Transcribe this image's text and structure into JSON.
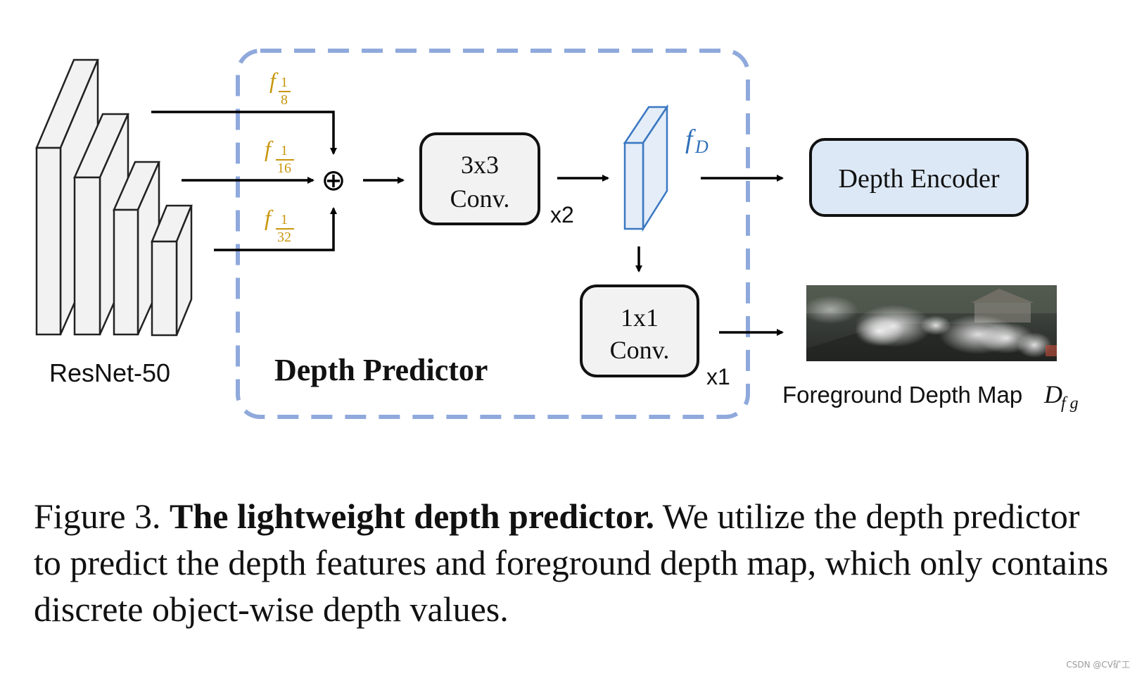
{
  "figure": {
    "backbone_label": "ResNet-50",
    "module_label": "Depth Predictor",
    "feature_labels": [
      {
        "f": "f",
        "num": "1",
        "den": "8"
      },
      {
        "f": "f",
        "num": "1",
        "den": "16"
      },
      {
        "f": "f",
        "num": "1",
        "den": "32"
      }
    ],
    "sum_symbol": "⊕",
    "conv3_line1": "3x3",
    "conv3_line2": "Conv.",
    "conv3_repeat": "x2",
    "fd_main": "f",
    "fd_sub": "D",
    "conv1_line1": "1x1",
    "conv1_line2": "Conv.",
    "conv1_repeat": "x1",
    "encoder_label": "Depth Encoder",
    "map_label": "Foreground Depth Map",
    "map_symbol_main": "D",
    "map_symbol_sub": "f g",
    "colors": {
      "dashed_border": "#8fa9dc",
      "feature_label": "#c8960c",
      "fd_label": "#2f6fb8",
      "encoder_fill": "#dde8f6",
      "feature_map_fill": "#e4edf8",
      "feature_map_stroke": "#3a78c2",
      "block_fill": "#f2f2f2"
    }
  },
  "caption": {
    "figure_number": "Figure 3.",
    "title": "The lightweight depth predictor.",
    "body": "We utilize the depth predictor to predict the depth features and foreground depth map, which only contains discrete object-wise depth values."
  },
  "watermark": "CSDN @CV矿工"
}
